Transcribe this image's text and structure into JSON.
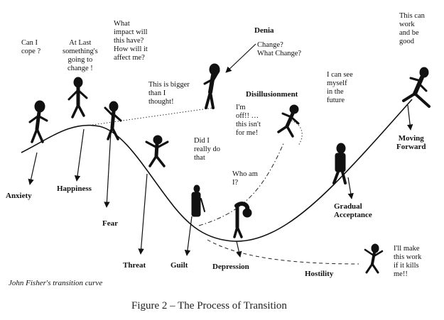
{
  "caption": "Figure 2 – The Process of Transition",
  "credit": "John Fisher's transition curve",
  "stages": {
    "anxiety": "Anxiety",
    "happiness": "Happiness",
    "fear": "Fear",
    "threat": "Threat",
    "guilt": "Guilt",
    "depression": "Depression",
    "hostility": "Hostility",
    "disillusionment": "Disillusionment",
    "denial": "Denia",
    "gradual_acceptance": "Gradual\nAcceptance",
    "moving_forward": "Moving\nForward"
  },
  "thoughts": {
    "anxiety": "Can I\ncope ?",
    "happiness": "At Last\nsomething's\ngoing to\nchange !",
    "fear": "What\nimpact will\nthis have?\nHow will it\naffect me?",
    "threat": "This is bigger\nthan I\nthought!",
    "denial": "Change?\nWhat Change?",
    "disillusionment": "I'm\noff!! …\nthis isn't\nfor me!",
    "guilt": "Did I\nreally do\nthat",
    "depression": "Who am\nI?",
    "gradual_acceptance": "I can see\nmyself\nin the\nfuture",
    "moving_forward": "This can\nwork\nand be\ngood",
    "hostility": "I'll make\nthis work\nif it kills\nme!!"
  },
  "colors": {
    "ink": "#111111"
  }
}
